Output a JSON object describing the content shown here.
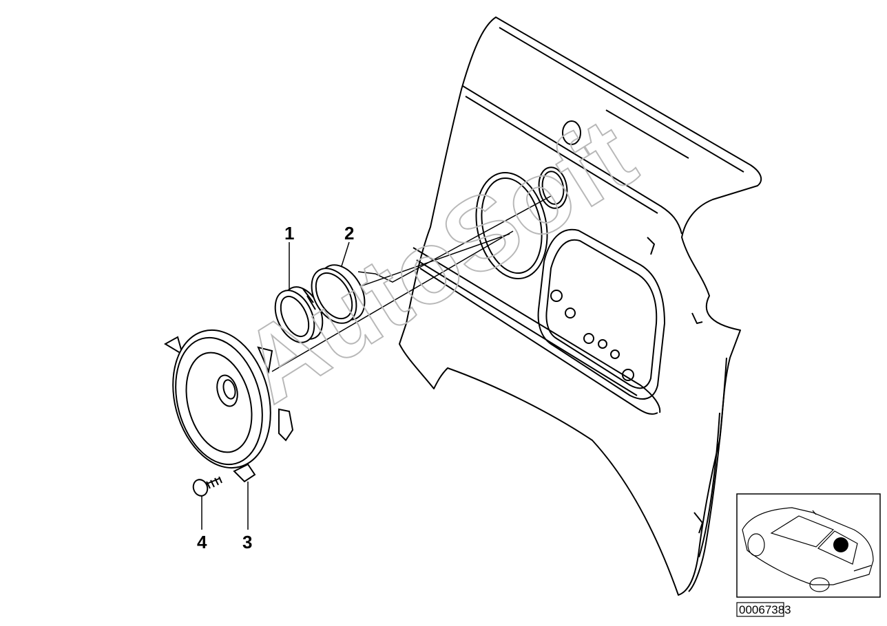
{
  "callouts": {
    "p1": "1",
    "p2": "2",
    "p3": "3",
    "p4": "4"
  },
  "watermark": "AutoSoft",
  "reference_number": "00067383",
  "icons": {
    "locator": "car-locator-icon",
    "speaker": "speaker-icon",
    "screw": "screw-icon"
  },
  "colors": {
    "line": "#000000",
    "watermark": "#b8b8b8",
    "background": "#ffffff"
  }
}
